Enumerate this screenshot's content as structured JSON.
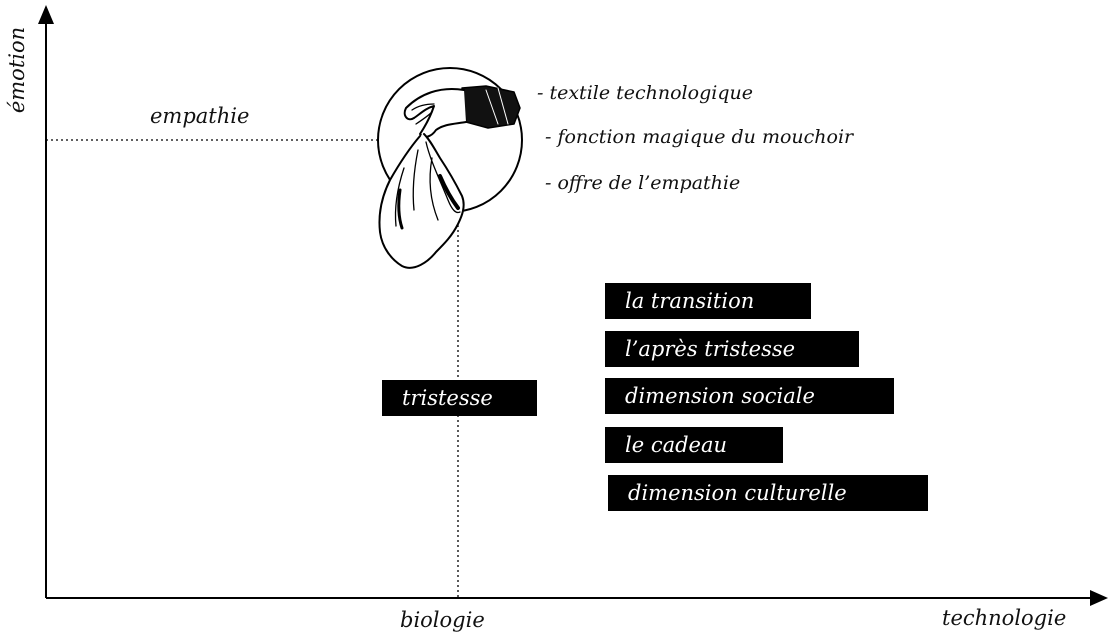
{
  "axes": {
    "y_label": "émotion",
    "x_label": "technologie"
  },
  "points": {
    "empathie": "empathie",
    "biologie": "biologie",
    "tristesse": "tristesse"
  },
  "notes": [
    "- textile technologique",
    "- fonction magique du mouchoir",
    "- offre de l’empathie"
  ],
  "tags": [
    "la transition",
    "l’après tristesse",
    "dimension sociale",
    "le cadeau",
    "dimension culturelle"
  ],
  "icon": "handkerchief-illustration"
}
